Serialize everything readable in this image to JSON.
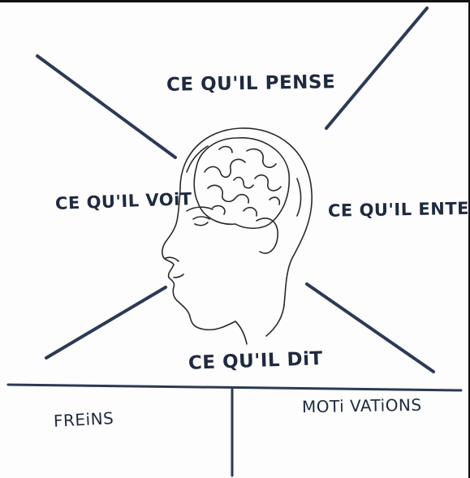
{
  "quadrants": {
    "top": "CE QU'IL PENSE",
    "left": "CE QU'IL VOiT",
    "right": "CE QU'IL ENTEND",
    "bottom": "CE QU'IL DiT"
  },
  "bottom_panels": {
    "left": "FREiNS",
    "right": "MOTi VATiONS"
  },
  "colors": {
    "ink": "#2b3a55",
    "label": "#1f2a3f",
    "frame": "#111111"
  }
}
